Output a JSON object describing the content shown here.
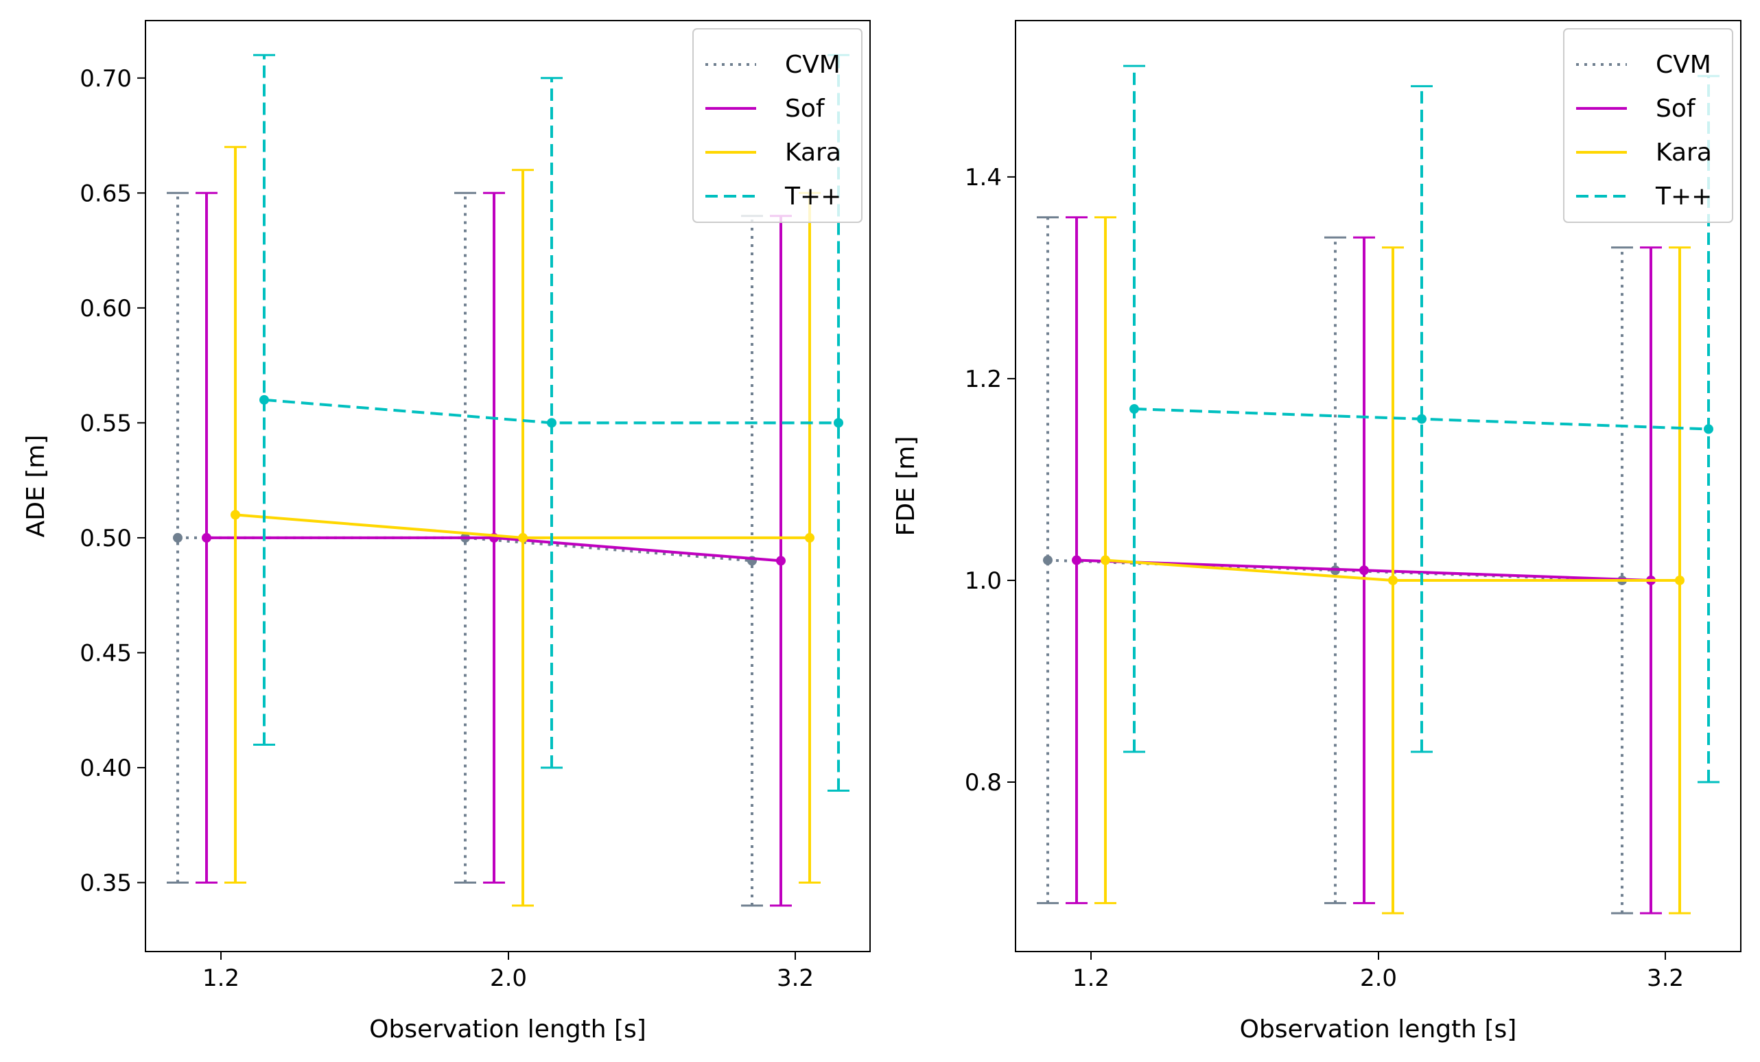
{
  "colors": {
    "CVM": "#708090",
    "Sof": "#bf00bf",
    "Kara": "#ffd700",
    "T++": "#00bfbf",
    "axis": "#000000",
    "legend_border": "#cccccc"
  },
  "chart_data": [
    {
      "type": "line",
      "error_bars": true,
      "xlabel": "Observation length [s]",
      "ylabel": "ADE [m]",
      "categories": [
        "1.2",
        "2.0",
        "3.2"
      ],
      "ylim": [
        0.32,
        0.725
      ],
      "yticks": [
        0.35,
        0.4,
        0.45,
        0.5,
        0.55,
        0.6,
        0.65,
        0.7
      ],
      "ytick_labels": [
        "0.35",
        "0.40",
        "0.45",
        "0.50",
        "0.55",
        "0.60",
        "0.65",
        "0.70"
      ],
      "grid": false,
      "legend": "top-right",
      "series": [
        {
          "name": "CVM",
          "style": "dotted",
          "values": [
            0.5,
            0.5,
            0.49
          ],
          "err_low": [
            0.35,
            0.35,
            0.34
          ],
          "err_high": [
            0.65,
            0.65,
            0.64
          ]
        },
        {
          "name": "Sof",
          "style": "solid",
          "values": [
            0.5,
            0.5,
            0.49
          ],
          "err_low": [
            0.35,
            0.35,
            0.34
          ],
          "err_high": [
            0.65,
            0.65,
            0.64
          ]
        },
        {
          "name": "Kara",
          "style": "solid",
          "values": [
            0.51,
            0.5,
            0.5
          ],
          "err_low": [
            0.35,
            0.34,
            0.35
          ],
          "err_high": [
            0.67,
            0.66,
            0.65
          ]
        },
        {
          "name": "T++",
          "style": "dashed",
          "values": [
            0.56,
            0.55,
            0.55
          ],
          "err_low": [
            0.41,
            0.4,
            0.39
          ],
          "err_high": [
            0.71,
            0.7,
            0.71
          ]
        }
      ]
    },
    {
      "type": "line",
      "error_bars": true,
      "xlabel": "Observation length [s]",
      "ylabel": "FDE [m]",
      "categories": [
        "1.2",
        "2.0",
        "3.2"
      ],
      "ylim": [
        0.632,
        1.555
      ],
      "yticks": [
        0.8,
        1.0,
        1.2,
        1.4
      ],
      "ytick_labels": [
        "0.8",
        "1.0",
        "1.2",
        "1.4"
      ],
      "grid": false,
      "legend": "top-right",
      "series": [
        {
          "name": "CVM",
          "style": "dotted",
          "values": [
            1.02,
            1.01,
            1.0
          ],
          "err_low": [
            0.68,
            0.68,
            0.67
          ],
          "err_high": [
            1.36,
            1.34,
            1.33
          ]
        },
        {
          "name": "Sof",
          "style": "solid",
          "values": [
            1.02,
            1.01,
            1.0
          ],
          "err_low": [
            0.68,
            0.68,
            0.67
          ],
          "err_high": [
            1.36,
            1.34,
            1.33
          ]
        },
        {
          "name": "Kara",
          "style": "solid",
          "values": [
            1.02,
            1.0,
            1.0
          ],
          "err_low": [
            0.68,
            0.67,
            0.67
          ],
          "err_high": [
            1.36,
            1.33,
            1.33
          ]
        },
        {
          "name": "T++",
          "style": "dashed",
          "values": [
            1.17,
            1.16,
            1.15
          ],
          "err_low": [
            0.83,
            0.83,
            0.8
          ],
          "err_high": [
            1.51,
            1.49,
            1.5
          ]
        }
      ]
    }
  ]
}
